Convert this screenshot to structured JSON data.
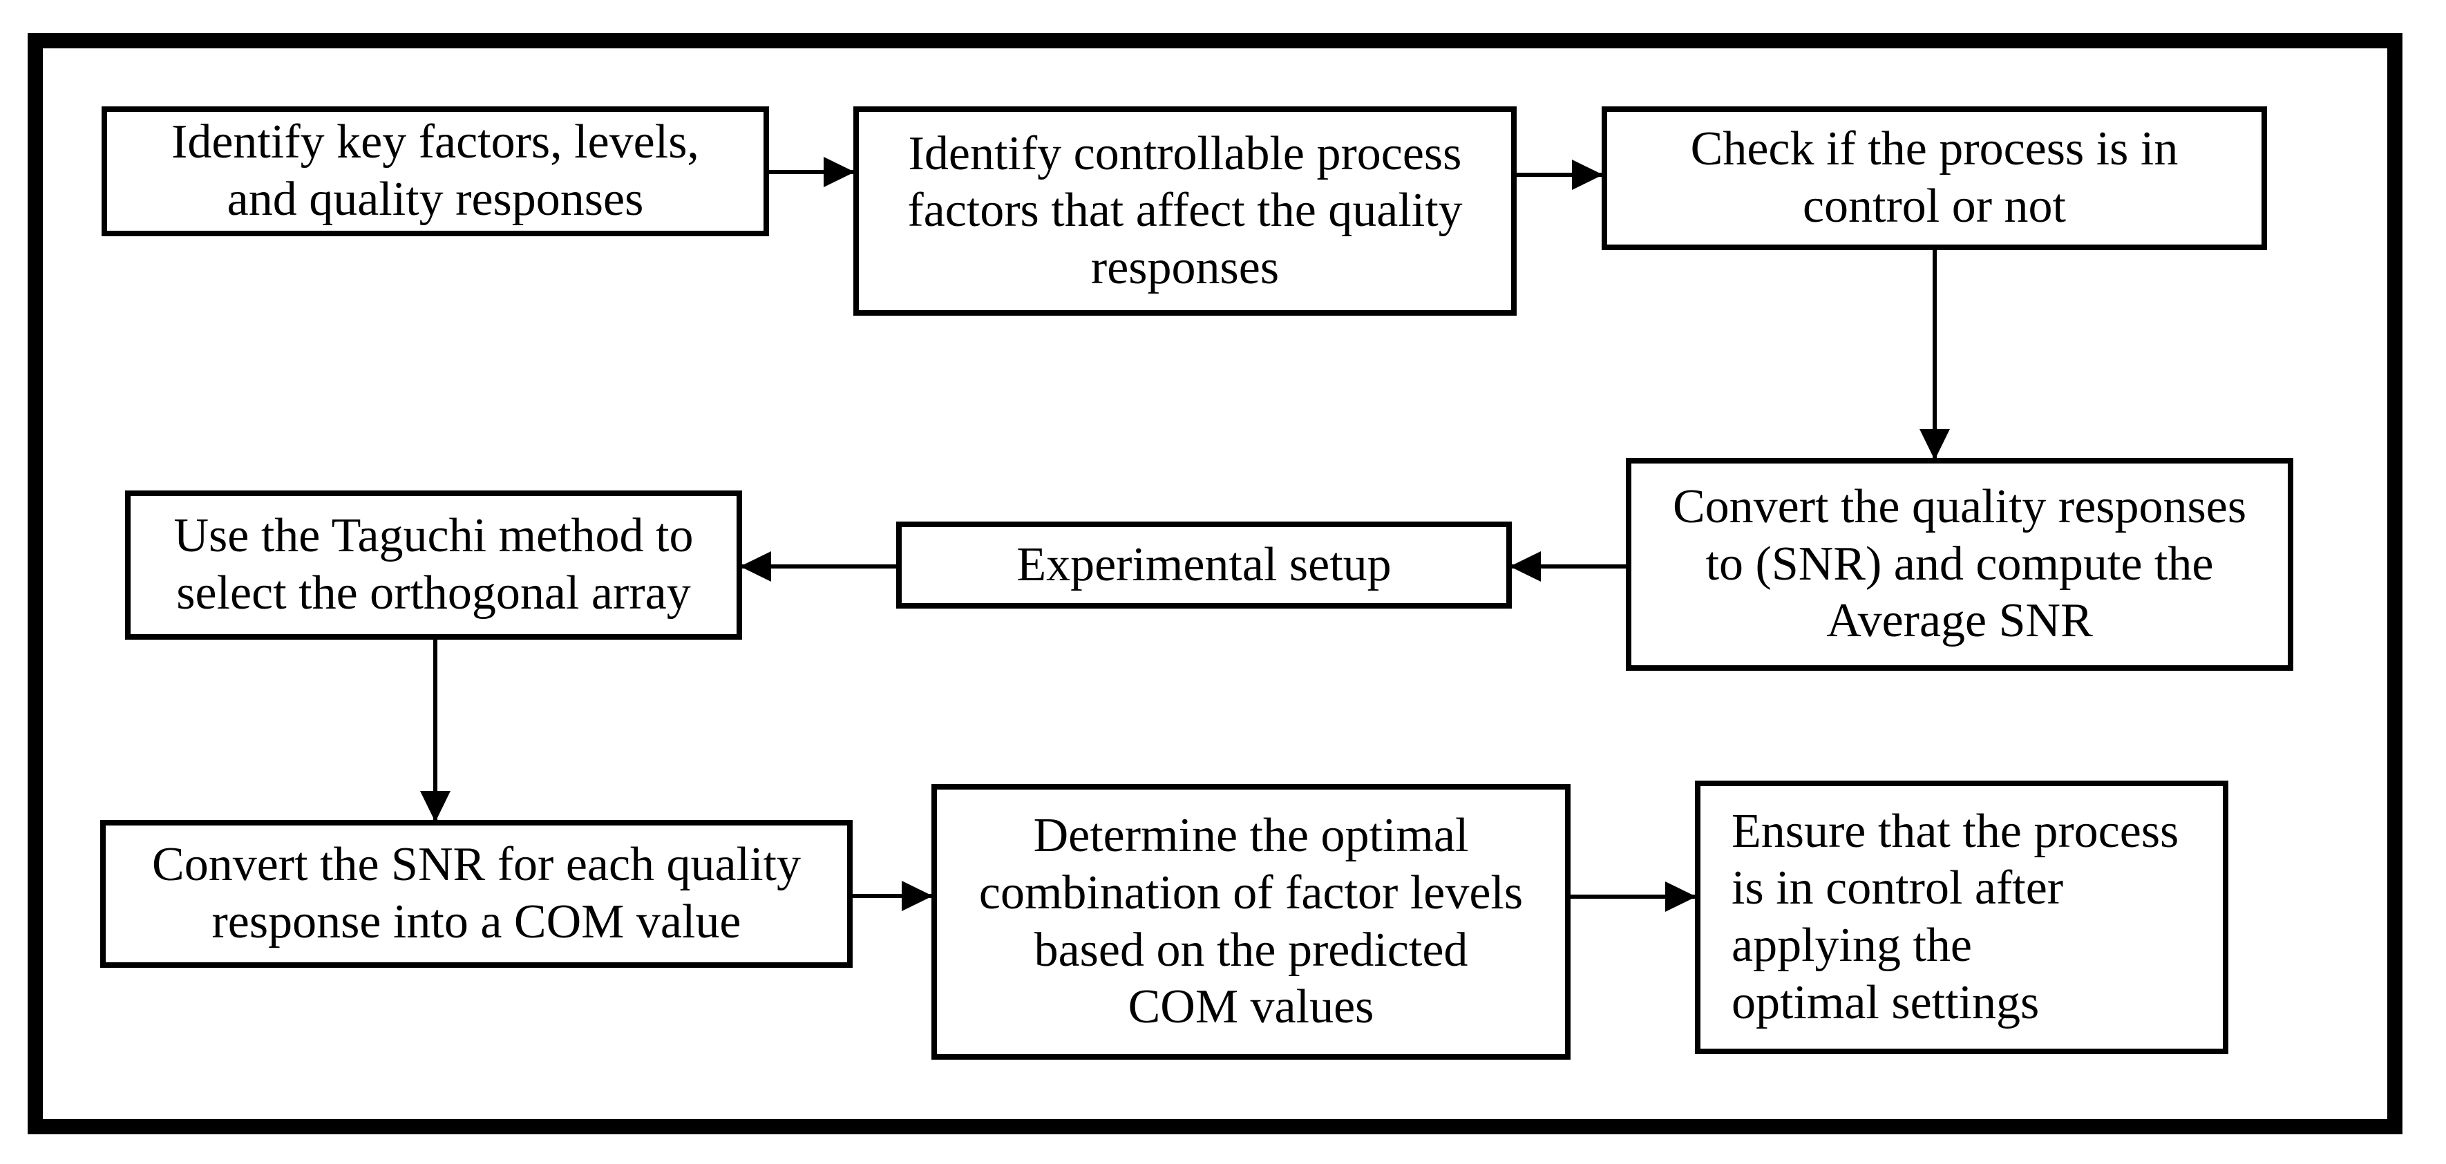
{
  "boxes": [
    {
      "id": "identify-key-factors",
      "text": "Identify key factors, levels,\nand quality responses"
    },
    {
      "id": "identify-controllable-factors",
      "text": "Identify controllable process\nfactors that affect the quality\nresponses"
    },
    {
      "id": "check-process-control",
      "text": "Check if the process is in\ncontrol or not"
    },
    {
      "id": "select-orthogonal-array",
      "text": "Use the Taguchi method to\nselect the orthogonal array"
    },
    {
      "id": "experimental-setup",
      "text": "Experimental setup"
    },
    {
      "id": "convert-to-snr",
      "text": "Convert the quality responses\nto (SNR) and compute the\nAverage SNR"
    },
    {
      "id": "convert-snr-to-com",
      "text": "Convert the SNR for each quality\nresponse into a COM value"
    },
    {
      "id": "determine-optimal-combination",
      "text": "Determine the optimal\ncombination of factor levels\nbased on the predicted\nCOM values"
    },
    {
      "id": "ensure-control-after-optimal",
      "text": "Ensure that the process\nis in control after\napplying the\noptimal settings"
    }
  ],
  "arrows": [
    {
      "from": "identify-key-factors",
      "to": "identify-controllable-factors",
      "direction": "right"
    },
    {
      "from": "identify-controllable-factors",
      "to": "check-process-control",
      "direction": "right"
    },
    {
      "from": "check-process-control",
      "to": "convert-to-snr",
      "direction": "down"
    },
    {
      "from": "convert-to-snr",
      "to": "experimental-setup",
      "direction": "left"
    },
    {
      "from": "experimental-setup",
      "to": "select-orthogonal-array",
      "direction": "left"
    },
    {
      "from": "select-orthogonal-array",
      "to": "convert-snr-to-com",
      "direction": "down"
    },
    {
      "from": "convert-snr-to-com",
      "to": "determine-optimal-combination",
      "direction": "right"
    },
    {
      "from": "determine-optimal-combination",
      "to": "ensure-control-after-optimal",
      "direction": "right"
    }
  ],
  "colors": {
    "background": "#ffffff",
    "line": "#000000",
    "text": "#000000"
  }
}
